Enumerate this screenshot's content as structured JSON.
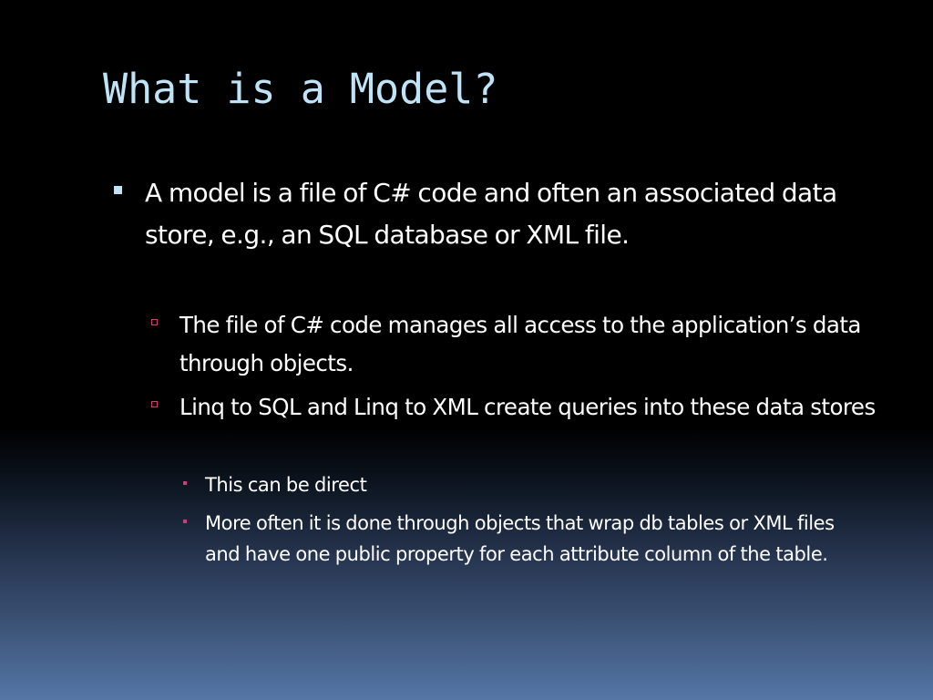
{
  "slide": {
    "title": "What is a Model?",
    "bullets": [
      {
        "level": 1,
        "text": "A model is a file of C# code and often an associated data store, e.g., an SQL database or XML file."
      },
      {
        "level": 2,
        "text": "The file of C# code manages all access to the application’s data through objects."
      },
      {
        "level": 2,
        "text": "Linq to SQL and Linq to XML create queries into these data stores"
      },
      {
        "level": 3,
        "text": "This can be direct"
      },
      {
        "level": 3,
        "text": "More often it is done through objects that wrap db tables or XML files and have one public property for each attribute column of the table."
      }
    ]
  },
  "colors": {
    "title": "#bfe3f7",
    "level1_marker": "#bfe3f7",
    "sub_marker": "#d63a76",
    "text": "#ffffff",
    "background_top": "#000000",
    "background_bottom": "#5577a6"
  },
  "icons": {
    "level1_marker": "filled-square-bullet-icon",
    "level2_marker": "hollow-square-bullet-icon",
    "level3_marker": "small-square-bullet-icon"
  }
}
